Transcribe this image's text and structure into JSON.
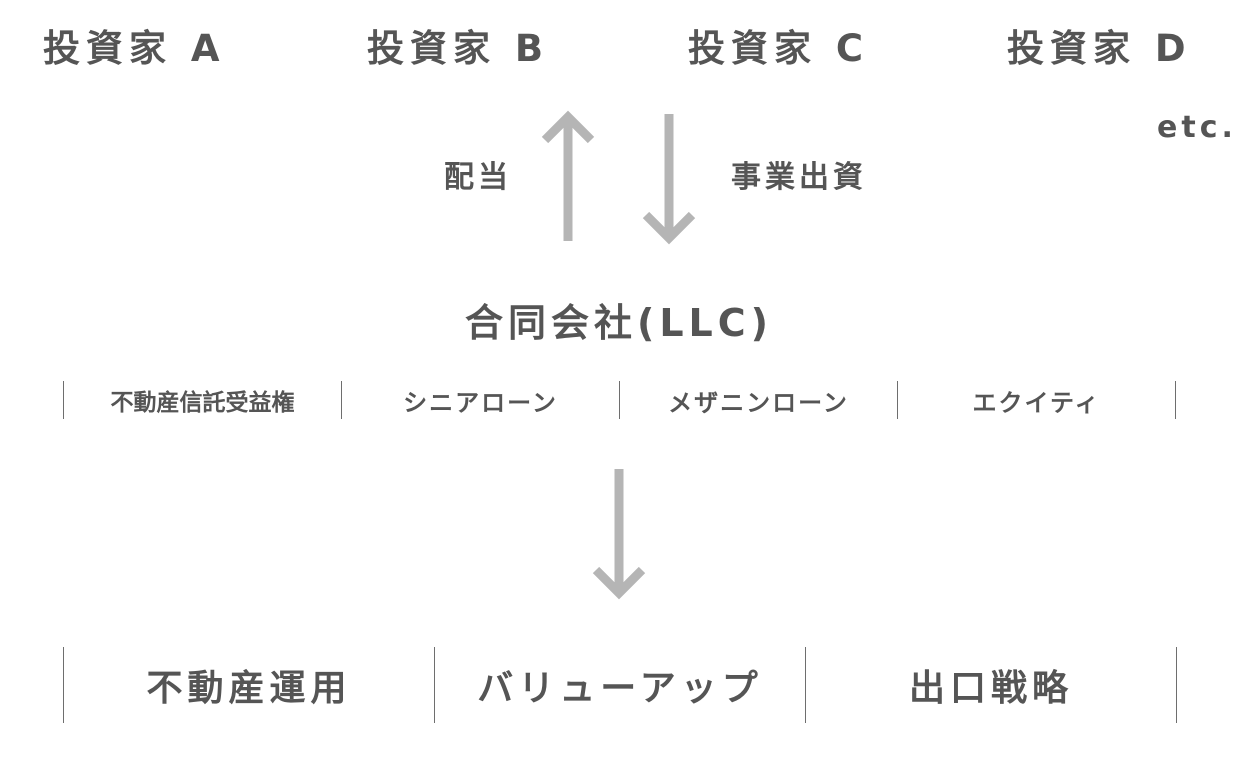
{
  "investors": [
    "投資家 A",
    "投資家 B",
    "投資家 C",
    "投資家 D"
  ],
  "investors_more": "etc.",
  "flows": {
    "dividend_label": "配当",
    "investment_label": "事業出資"
  },
  "llc": {
    "title": "合同会社(LLC)",
    "instruments": [
      "不動産信託受益権",
      "シニアローン",
      "メザニンローン",
      "エクイティ"
    ]
  },
  "operations": [
    "不動産運用",
    "バリューアップ",
    "出口戦略"
  ],
  "colors": {
    "text": "#555555",
    "arrow": "#b5b5b5",
    "separator": "#6e6e6e"
  }
}
